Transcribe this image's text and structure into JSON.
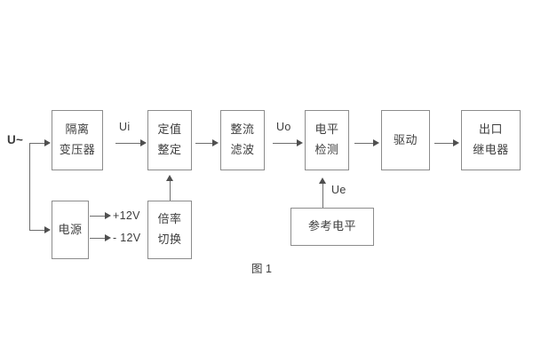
{
  "figure": {
    "caption": "图 1",
    "background_color": "#ffffff",
    "line_color": "#8c8c8c",
    "text_color": "#3d3d3d"
  },
  "blocks": {
    "isolation_transformer": {
      "line1": "隔离",
      "line2": "变压器"
    },
    "setting_value": {
      "line1": "定值",
      "line2": "整定"
    },
    "rectify_filter": {
      "line1": "整流",
      "line2": "滤波"
    },
    "level_detect": {
      "line1": "电平",
      "line2": "检测"
    },
    "drive": {
      "line1": "驱动"
    },
    "output_relay": {
      "line1": "出口",
      "line2": "继电器"
    },
    "power_supply": {
      "line1": "电源"
    },
    "multiplier_switch": {
      "line1": "倍率",
      "line2": "切换"
    },
    "reference_level": {
      "line1": "参考电平"
    }
  },
  "signals": {
    "input_voltage": "U~",
    "ui": "Ui",
    "uo": "Uo",
    "ue": "Ue",
    "plus_12v": "+12V",
    "minus_12v": "- 12V"
  }
}
